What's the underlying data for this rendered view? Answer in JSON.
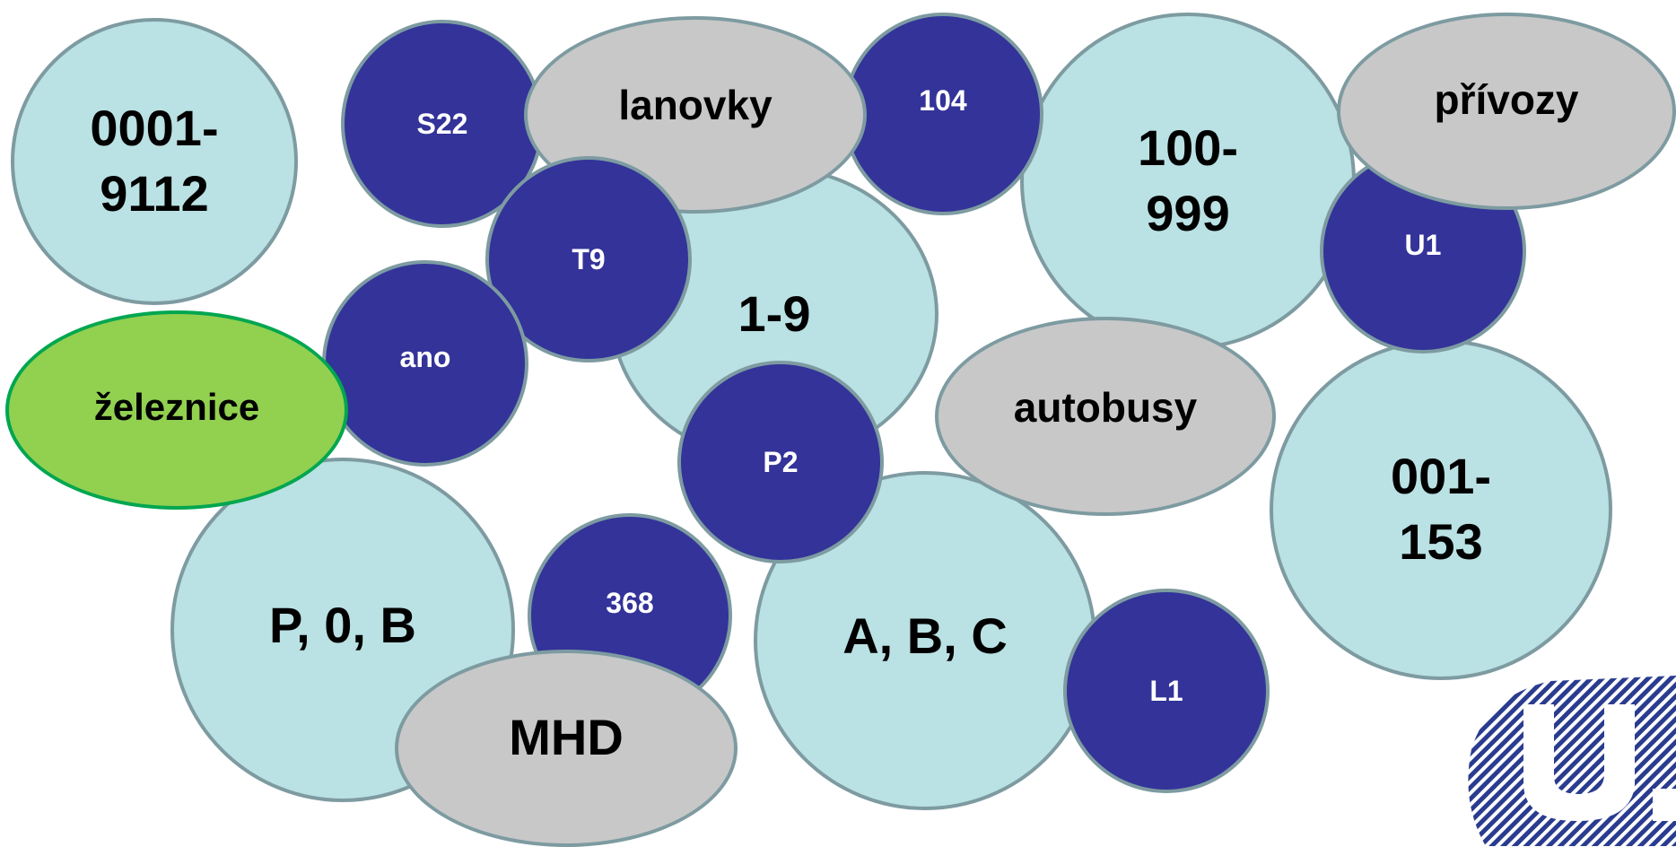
{
  "diagram": {
    "number_ranges": {
      "railway_numbers": "0001-\n9112",
      "city_lines": "1-9",
      "regional_bus": "100-\n999",
      "urban_bus": "001-\n153",
      "letters_pob": "P, 0, B",
      "letters_abc": "A, B, C"
    },
    "examples": {
      "s22": "S22",
      "t9": "T9",
      "n104": "104",
      "u1": "U1",
      "ano": "ano",
      "p2": "P2",
      "n368": "368",
      "l1": "L1"
    },
    "categories": {
      "lanovky": "lanovky",
      "privozy": "přívozy",
      "zeleznice": "železnice",
      "autobusy": "autobusy",
      "mhd": "MHD"
    },
    "colors": {
      "range_fill": "#bae1e3",
      "example_fill": "#333399",
      "category_fill": "#c8c8c8",
      "railway_fill": "#92d050",
      "outline": "#7d9ba1",
      "logo": "#2a3c8f"
    }
  }
}
